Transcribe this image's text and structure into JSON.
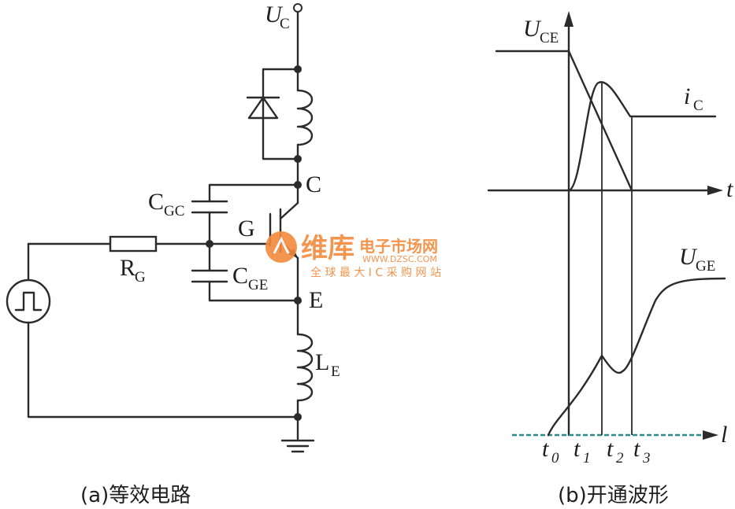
{
  "circuit": {
    "supply_label": "U",
    "supply_sub": "C",
    "collector_label": "C",
    "gate_label": "G",
    "emitter_label": "E",
    "cgc_main": "C",
    "cgc_sub": "GC",
    "cge_main": "C",
    "cge_sub": "GE",
    "rg_main": "R",
    "rg_sub": "G",
    "le_main": "L",
    "le_sub": "E"
  },
  "waveform": {
    "uce_main": "U",
    "uce_sub": "CE",
    "ic_main": "i",
    "ic_sub": "C",
    "uge_main": "U",
    "uge_sub": "GE",
    "axis_t_top": "t",
    "axis_t_bottom": "l",
    "ticks": [
      {
        "main": "t",
        "sub": "0"
      },
      {
        "main": "t",
        "sub": "1"
      },
      {
        "main": "t",
        "sub": "2"
      },
      {
        "main": "t",
        "sub": "3"
      }
    ]
  },
  "captions": {
    "left": "(a)等效电路",
    "right": "(b)开通波形"
  },
  "watermark": {
    "title": "维库",
    "subtitle": "电子市场网",
    "url": "WWW.DZSC.COM",
    "tagline": "全 球 最 大 I C 采 购 网 站"
  },
  "colors": {
    "ink": "#2b2b2b",
    "watermark": "#f28a3c",
    "dashed_axis": "#2a8a8a"
  }
}
